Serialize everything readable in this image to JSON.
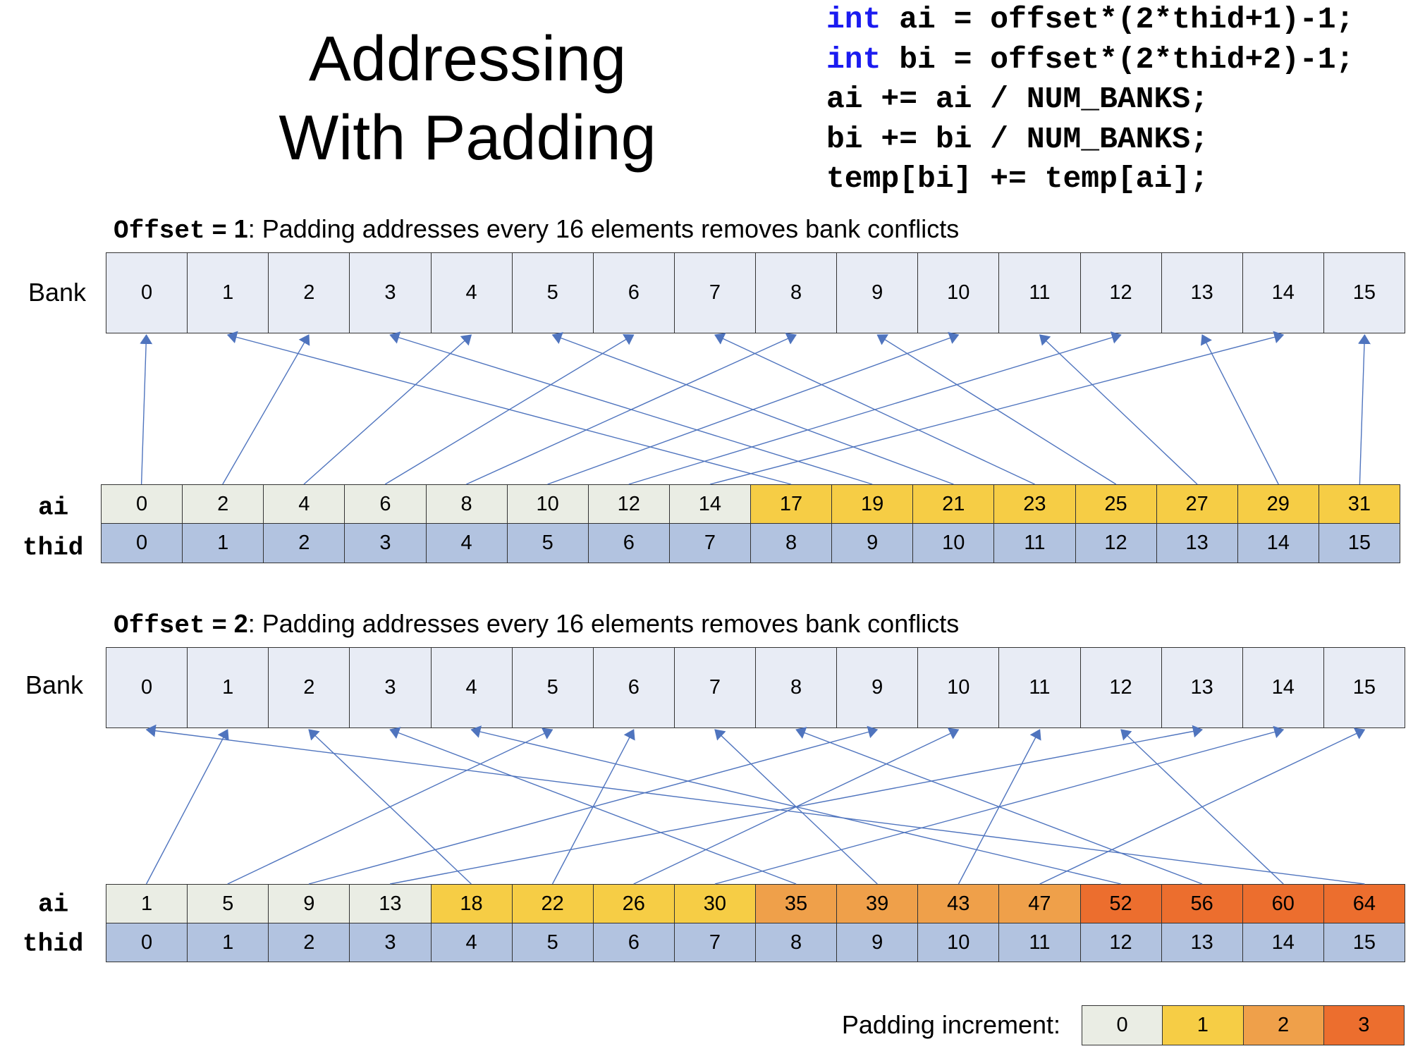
{
  "title": {
    "line1": "Addressing",
    "line2": "With Padding"
  },
  "code": [
    {
      "kw": "int",
      "rest": " ai = offset*(2*thid+1)-1;"
    },
    {
      "kw": "int",
      "rest": " bi = offset*(2*thid+2)-1;"
    },
    {
      "kw": "",
      "rest": "ai += ai / NUM_BANKS;"
    },
    {
      "kw": "",
      "rest": "bi += bi / NUM_BANKS;"
    },
    {
      "kw": "",
      "rest": "temp[bi] += temp[ai];"
    }
  ],
  "labels": {
    "bank": "Bank",
    "ai": "ai",
    "thid": "thid"
  },
  "colors": {
    "bank": "#e8ecf5",
    "thid": "#b2c3e0",
    "arrow": "#4f74be",
    "padding": [
      "#eaede4",
      "#f6cd45",
      "#efa04a",
      "#ec6e2e"
    ],
    "code_keyword": "#1b1bf0"
  },
  "sections": [
    {
      "heading_mono": "Offset",
      "heading_eq": " = 1",
      "heading_text": ": Padding addresses every 16 elements removes bank conflicts",
      "banks": [
        0,
        1,
        2,
        3,
        4,
        5,
        6,
        7,
        8,
        9,
        10,
        11,
        12,
        13,
        14,
        15
      ],
      "ai": [
        0,
        2,
        4,
        6,
        8,
        10,
        12,
        14,
        17,
        19,
        21,
        23,
        25,
        27,
        29,
        31
      ],
      "padding": [
        0,
        0,
        0,
        0,
        0,
        0,
        0,
        0,
        1,
        1,
        1,
        1,
        1,
        1,
        1,
        1
      ],
      "thid": [
        0,
        1,
        2,
        3,
        4,
        5,
        6,
        7,
        8,
        9,
        10,
        11,
        12,
        13,
        14,
        15
      ]
    },
    {
      "heading_mono": "Offset",
      "heading_eq": " = 2",
      "heading_text": ": Padding addresses every 16 elements removes bank conflicts",
      "banks": [
        0,
        1,
        2,
        3,
        4,
        5,
        6,
        7,
        8,
        9,
        10,
        11,
        12,
        13,
        14,
        15
      ],
      "ai": [
        1,
        5,
        9,
        13,
        18,
        22,
        26,
        30,
        35,
        39,
        43,
        47,
        52,
        56,
        60,
        64
      ],
      "padding": [
        0,
        0,
        0,
        0,
        1,
        1,
        1,
        1,
        2,
        2,
        2,
        2,
        3,
        3,
        3,
        3
      ],
      "thid": [
        0,
        1,
        2,
        3,
        4,
        5,
        6,
        7,
        8,
        9,
        10,
        11,
        12,
        13,
        14,
        15
      ]
    }
  ],
  "legend": {
    "label": "Padding increment:",
    "values": [
      0,
      1,
      2,
      3
    ]
  }
}
